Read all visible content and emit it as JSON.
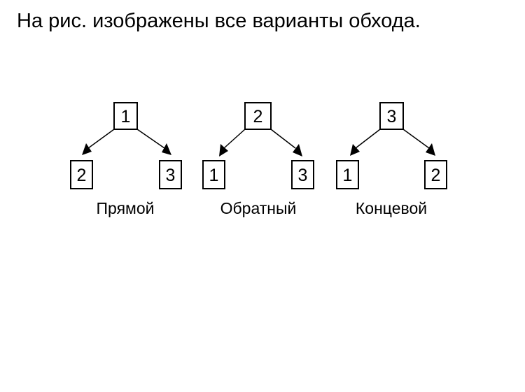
{
  "title": "На рис. изображены все варианты обхода.",
  "trees": [
    {
      "root": "1",
      "left": "2",
      "right": "3",
      "caption": "Прямой"
    },
    {
      "root": "2",
      "left": "1",
      "right": "3",
      "caption": "Обратный"
    },
    {
      "root": "3",
      "left": "1",
      "right": "2",
      "caption": "Концевой"
    }
  ]
}
